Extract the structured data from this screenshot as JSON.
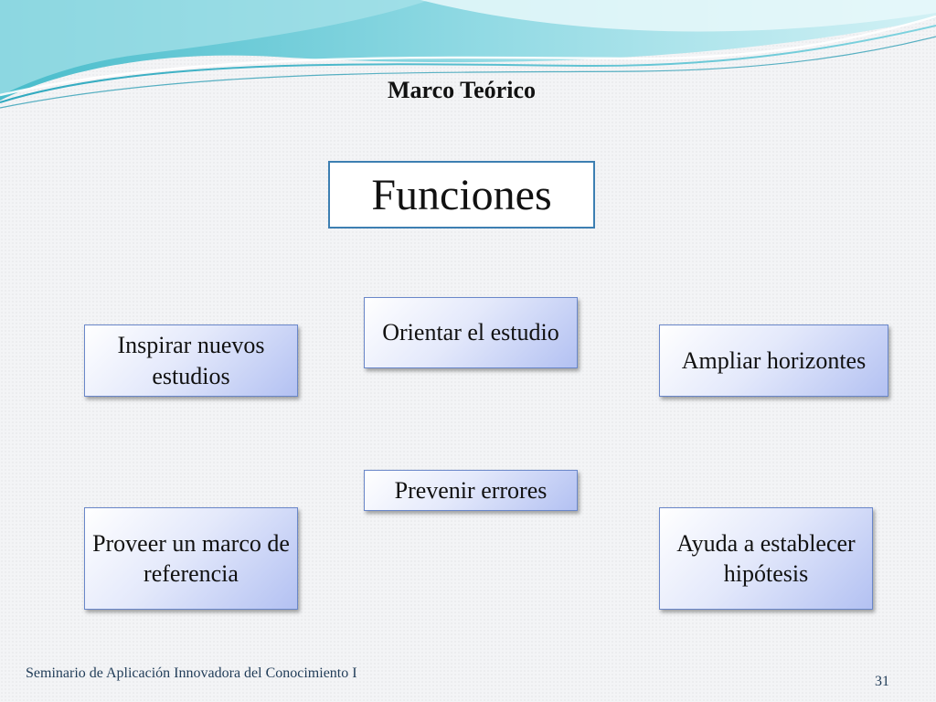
{
  "slide": {
    "subtitle": "Marco Teórico",
    "title": "Funciones",
    "footer_text": "Seminario de Aplicación Innovadora del Conocimiento I",
    "page_number": "31"
  },
  "functions": [
    {
      "id": "orientar",
      "label": "Orientar el estudio"
    },
    {
      "id": "inspirar",
      "label": "Inspirar nuevos estudios"
    },
    {
      "id": "ampliar",
      "label": "Ampliar horizontes"
    },
    {
      "id": "prevenir",
      "label": "Prevenir errores"
    },
    {
      "id": "proveer",
      "label": "Proveer un marco de referencia"
    },
    {
      "id": "hipotesis",
      "label": "Ayuda a establecer hipótesis"
    }
  ],
  "colors": {
    "wave_teal": "#5cc8d6",
    "wave_light": "#bfeaf0",
    "title_border": "#3d7fb2",
    "box_gradient_end": "#b3c1f2"
  }
}
